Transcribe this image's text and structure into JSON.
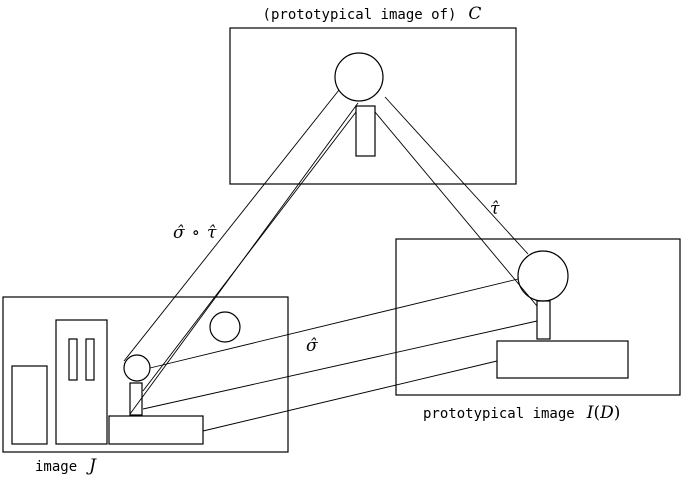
{
  "labels": {
    "top_prefix": "(prototypical image of)",
    "top_symbol": "C",
    "right_prefix": "prototypical image",
    "right_symbol": "I",
    "right_open": "(",
    "right_arg": "D",
    "right_close": ")",
    "left_prefix": "image",
    "left_symbol": "J"
  },
  "arrows": {
    "composite_sigma": "σ̂",
    "composite_op": "∘",
    "composite_tau": "τ̂",
    "tau": "τ̂",
    "sigma": "σ̂"
  }
}
